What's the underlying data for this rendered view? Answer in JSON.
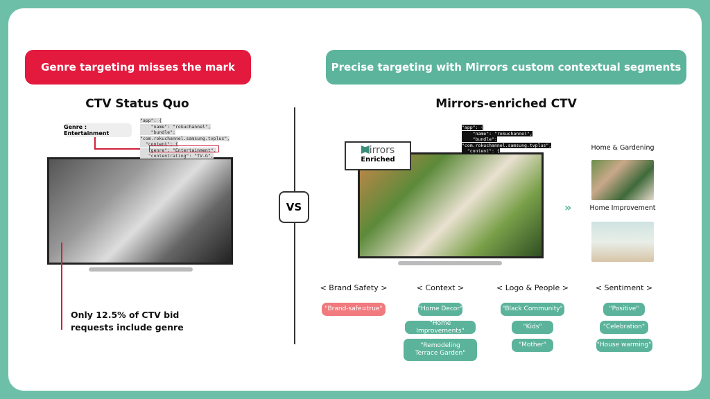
{
  "left": {
    "banner": "Genre targeting misses the mark",
    "banner_color": "#e3193d",
    "title": "CTV Status Quo",
    "genre_tag": "Genre : Entertainment",
    "code": [
      "\"app\": {",
      "    \"name\": \"rokuchannel\",",
      "    \"bundle\":",
      "\"com.rokuchannel.samsung.tvplus\",",
      "  \"content\": {",
      "   \"genre\": \"Entertainment\",",
      "   \"contentrating\": \"TV-G\","
    ],
    "note": "Only 12.5% of CTV bid\nrequests include genre"
  },
  "vs": "VS",
  "right": {
    "banner": "Precise targeting with Mirrors custom contextual segments",
    "banner_color": "#5cb49c",
    "title": "Mirrors-enriched CTV",
    "logo": "Mirrors",
    "logo_text": "irrors",
    "enriched": "Enriched",
    "code": [
      "\"app\": {",
      "    \"name\": \"rokuchannel\",",
      "    \"bundle\":",
      "\"com.rokuchannel.samsung.tvplus\",",
      "  \"content\": {"
    ],
    "segments": [
      {
        "label": "Home & Gardening"
      },
      {
        "label": "Home Improvement"
      }
    ],
    "categories": [
      {
        "label": "< Brand Safety >",
        "tags": [
          "\"Brand-safe=true\""
        ]
      },
      {
        "label": "< Context >",
        "tags": [
          "\"Home Decor\"",
          "\"Home Improvements\"",
          "\"Remodeling\nTerrace Garden\""
        ]
      },
      {
        "label": "< Logo & People >",
        "tags": [
          "\"Black Community\"",
          "\"Kids\"",
          "\"Mother\""
        ]
      },
      {
        "label": "< Sentiment >",
        "tags": [
          "\"Positive\"",
          "\"Celebration\"",
          "\"House warming\""
        ]
      }
    ]
  }
}
